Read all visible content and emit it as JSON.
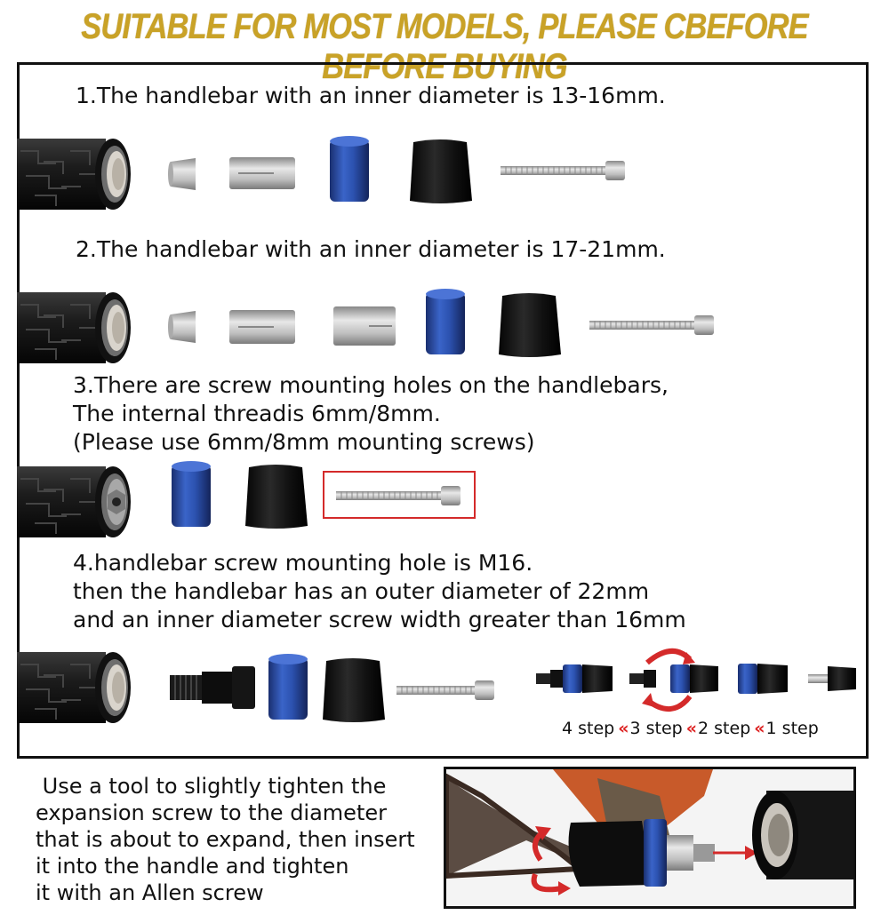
{
  "header": {
    "title": "SUITABLE FOR MOST MODELS, PLEASE CBEFORE BEFORE BUYING"
  },
  "sections": [
    {
      "lines": [
        "1.The handlebar with an inner diameter is 13-16mm."
      ]
    },
    {
      "lines": [
        "2.The handlebar with an inner diameter is 17-21mm."
      ]
    },
    {
      "lines": [
        "3.There are screw mounting holes on the handlebars,",
        "The internal threadis 6mm/8mm.",
        "(Please use 6mm/8mm mounting screws)"
      ]
    },
    {
      "lines": [
        "4.handlebar screw mounting hole is M16.",
        "then the handlebar has an outer diameter of 22mm",
        "and an inner diameter screw width greater than 16mm"
      ]
    }
  ],
  "steps": {
    "s4": "4 step",
    "s3": "3 step",
    "s2": "2 step",
    "s1": "1 step",
    "chevron": "«"
  },
  "instruction": {
    "lines": [
      " Use a tool to slightly tighten the",
      "expansion screw to the diameter",
      "that is about to expand, then insert",
      "it into the handle and tighten",
      "it with an Allen screw"
    ]
  },
  "colors": {
    "title": "#c9a227",
    "accent_blue": "#2a4fa8",
    "arrow_red": "#d42a2a"
  }
}
